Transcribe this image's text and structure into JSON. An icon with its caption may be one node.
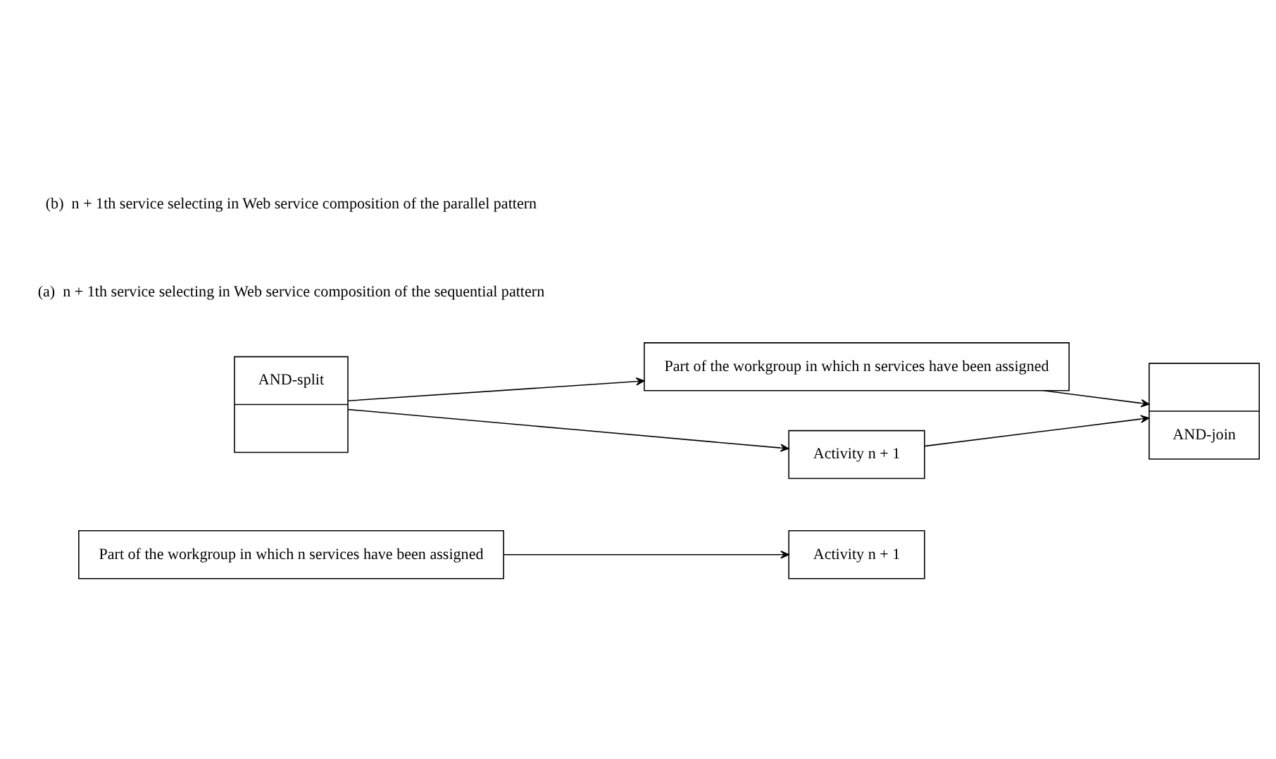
{
  "diagram": {
    "nodes": [
      {
        "text": [
          "Part of the workgroup in which n services have been assigned"
        ]
      },
      {
        "text": [
          "Activity n + 1"
        ]
      },
      {
        "text": [
          "Part of the workgroup in which n services have been assigned"
        ]
      },
      {
        "text": [
          "AND-split"
        ]
      },
      {
        "text": [
          "Activity n + 1"
        ]
      },
      {
        "text": [
          "AND-join"
        ]
      }
    ],
    "edges": [
      {
        "from": 0,
        "to": 1,
        "arrow": "to"
      },
      {
        "from": 3,
        "to": 2,
        "arrow": "to"
      },
      {
        "from": 3,
        "to": 4,
        "arrow": "to"
      },
      {
        "from": 2,
        "to": 5,
        "arrow": "to"
      },
      {
        "from": 4,
        "to": 5,
        "arrow": "to"
      }
    ],
    "labels": [
      "(a)  n + 1th service selecting in Web service composition of the sequential pattern",
      "(b)  n + 1th service selecting in Web service composition of the parallel pattern"
    ]
  }
}
